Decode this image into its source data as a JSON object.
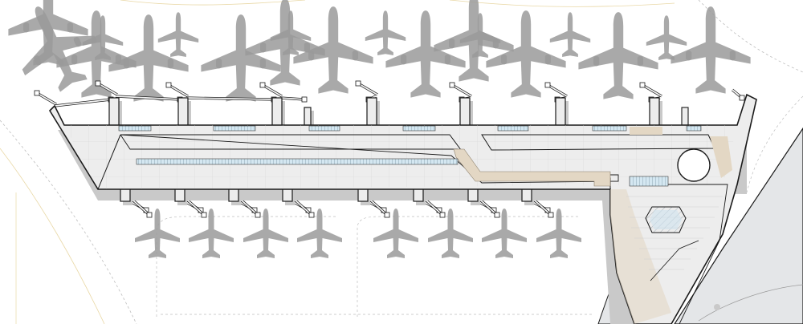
{
  "drawing": {
    "kind": "airport-terminal-site-plan",
    "colors": {
      "background": "#ffffff",
      "terminal_floor": "#ededed",
      "terminal_outline": "#1a1a1a",
      "shadow": "#c9c9c9",
      "aircraft": "#9a9a9a",
      "glazing": "#cfe3ef",
      "accent_tan": "#e3d7c4",
      "apron_line": "#e9d8a6",
      "road_fill": "#e4e6e8",
      "dash": "#bdbdbd"
    },
    "aircraft_north_heavy": 16,
    "aircraft_north_narrow": 7,
    "aircraft_south": 8,
    "north_piers": 8,
    "south_piers": 8,
    "jet_bridges_north": 8,
    "jet_bridges_south": 8,
    "north_icons": [
      "aircraft-icon"
    ],
    "south_icons": [
      "aircraft-icon"
    ]
  }
}
